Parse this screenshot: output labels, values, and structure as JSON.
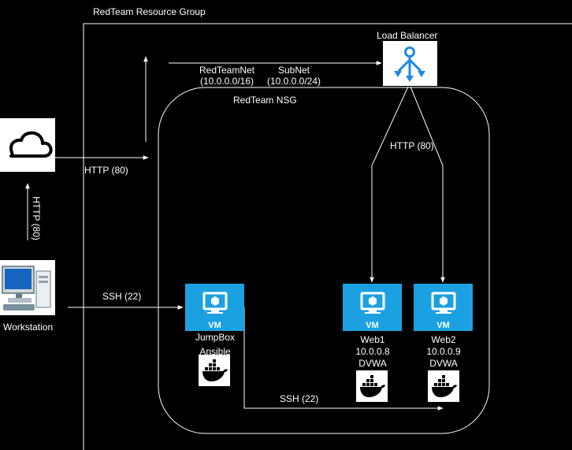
{
  "resource_group": {
    "title": "RedTeam Resource Group"
  },
  "load_balancer": {
    "label": "Load Balancer"
  },
  "network": {
    "vnet_name": "RedTeamNet",
    "vnet_cidr": "(10.0.0.0/16)",
    "subnet_name": "SubNet",
    "subnet_cidr": "(10.0.0.0/24)"
  },
  "nsg": {
    "label": "RedTeam NSG"
  },
  "links": {
    "internet_http": "HTTP (80)",
    "lb_http": "HTTP (80)",
    "workstation_http": "HTTP (80)",
    "workstation_ssh": "SSH (22)",
    "jumpbox_ssh": "SSH (22)"
  },
  "workstation": {
    "label": "Workstation"
  },
  "vms": {
    "badge": "VM",
    "jumpbox": {
      "name": "JumpBox",
      "tool": "Ansible"
    },
    "web1": {
      "name": "Web1",
      "ip": "10.0.0.8",
      "app": "DVWA"
    },
    "web2": {
      "name": "Web2",
      "ip": "10.0.0.9",
      "app": "DVWA"
    }
  },
  "colors": {
    "background": "#000000",
    "line": "#ffffff",
    "vm_fill": "#1ba1e2",
    "azure_blue": "#1e88e5"
  },
  "icons": [
    "cloud-icon",
    "workstation-icon",
    "load-balancer-icon",
    "vm-monitor-icon",
    "docker-icon"
  ]
}
